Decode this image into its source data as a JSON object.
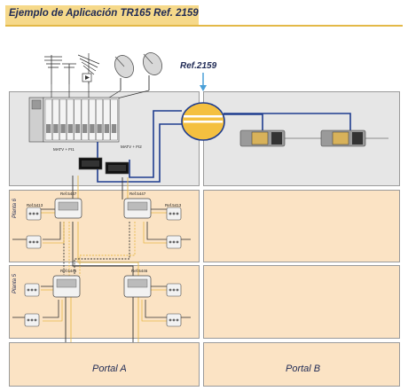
{
  "header": {
    "title": "Ejemplo de Aplicación TR165 Ref. 2159",
    "accent_color": "#f6d98a",
    "title_color": "#1f2a55"
  },
  "diagram": {
    "ref_main": "Ref.2159",
    "portal_a": "Portal A",
    "portal_b": "Portal B",
    "floor_upper": "Planta 6",
    "floor_lower": "Planta 5",
    "tap_upper_left": "Ref.5447",
    "tap_upper_right": "Ref.5447",
    "tap_lower_left": "Ref.5446",
    "tap_lower_right": "Ref.5446",
    "outlet_left": "Ref.5413",
    "outlet_right": "Ref.5413",
    "mat_label_1": "MATV + FI1",
    "mat_label_2": "MATV + FI2",
    "cable_color": "#1f3d8f",
    "coax_color_1": "#e8b94a",
    "coax_color_2": "#000000"
  }
}
